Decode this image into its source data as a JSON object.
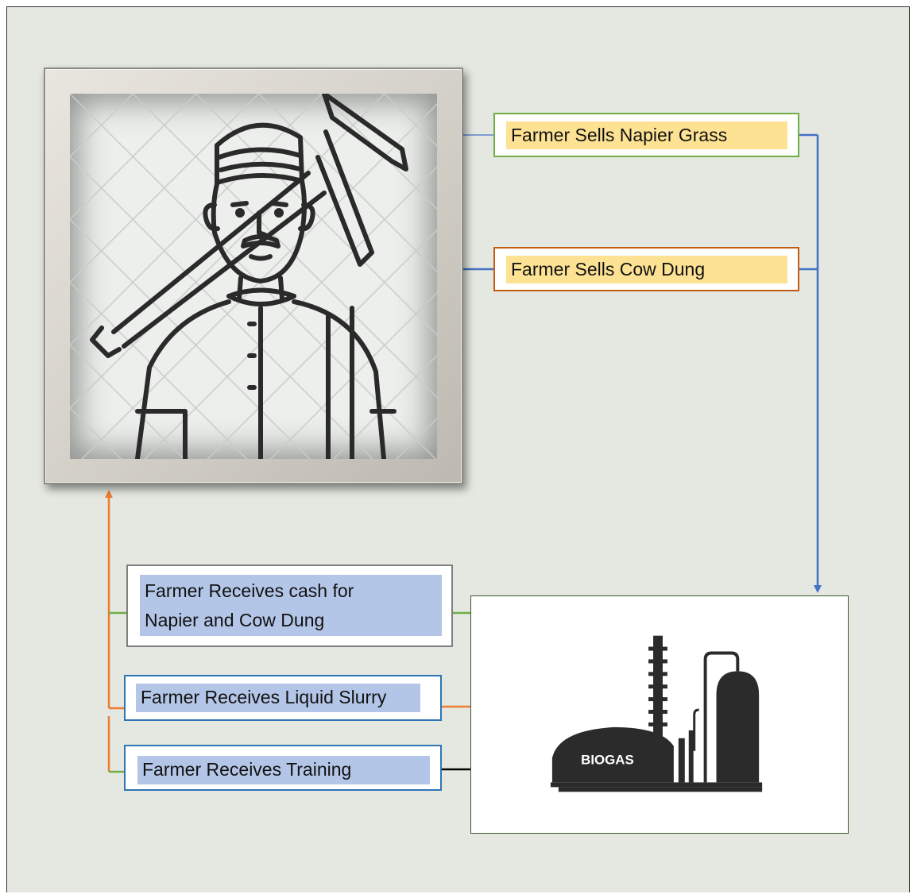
{
  "sell_steps": [
    "Farmer Sells Napier Grass",
    "Farmer Sells Cow Dung"
  ],
  "receive_steps": [
    {
      "line1": "Farmer Receives cash for",
      "line2": "Napier and Cow Dung"
    },
    {
      "line1": "Farmer Receives Liquid Slurry"
    },
    {
      "line1": "Farmer Receives Training"
    }
  ],
  "biogas_plant": {
    "sign_text": "BIOGAS"
  },
  "colors": {
    "background": "#e4e8e1",
    "label_highlight_sell": "#fde293",
    "label_highlight_receive": "#b4c6e7",
    "border_green": "#70ad47",
    "border_orange": "#c55a11",
    "border_gray": "#7f7f7f",
    "border_blue": "#2e75b6",
    "connector_blue": "#4472c4",
    "connector_orange": "#ed7d31",
    "connector_green": "#70ad47",
    "connector_black": "#000000"
  },
  "icons": [
    "farmer-with-pickaxe-icon",
    "biogas-plant-icon"
  ]
}
